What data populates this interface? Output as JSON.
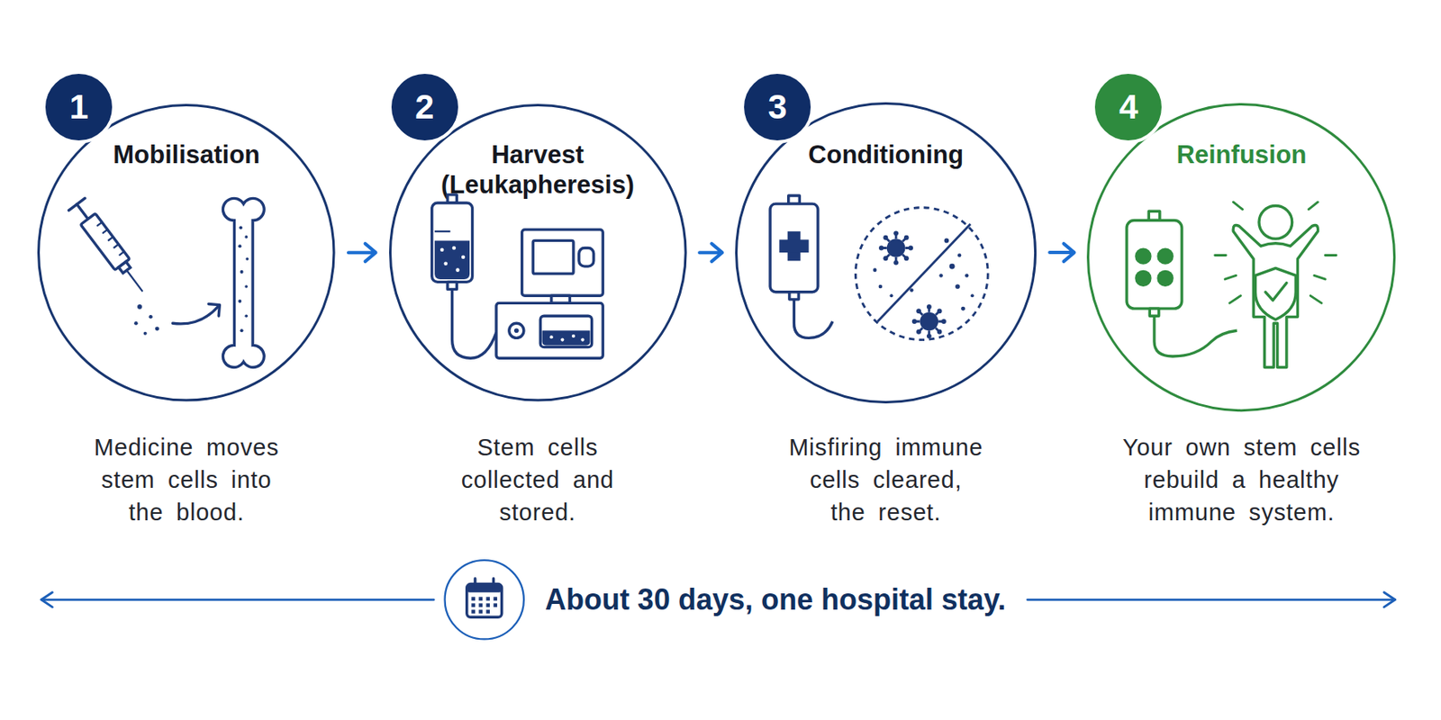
{
  "diagram": {
    "nodes": [
      {
        "text": [
          "Mobilisation",
          "Medicine moves stem cells into the blood."
        ]
      },
      {
        "text": [
          "1"
        ],
        "in": 0
      },
      {
        "text": [
          "Harvest (Leukapheresis)",
          "Stem cells collected and stored."
        ]
      },
      {
        "text": [
          "2"
        ],
        "in": 2
      },
      {
        "text": [
          "Conditioning",
          "Misfiring immune cells cleared, the reset."
        ]
      },
      {
        "text": [
          "3"
        ],
        "in": 4
      },
      {
        "text": [
          "Reinfusion",
          "Your own stem cells rebuild a healthy immune system."
        ]
      },
      {
        "text": [
          "4"
        ],
        "in": 6
      }
    ],
    "edges": [
      {
        "from": 0,
        "to": 2,
        "arrow": "to"
      },
      {
        "from": 2,
        "to": 4,
        "arrow": "to"
      },
      {
        "from": 4,
        "to": 6,
        "arrow": "to"
      }
    ],
    "labels": [
      "About 30 days, one hospital stay."
    ]
  }
}
